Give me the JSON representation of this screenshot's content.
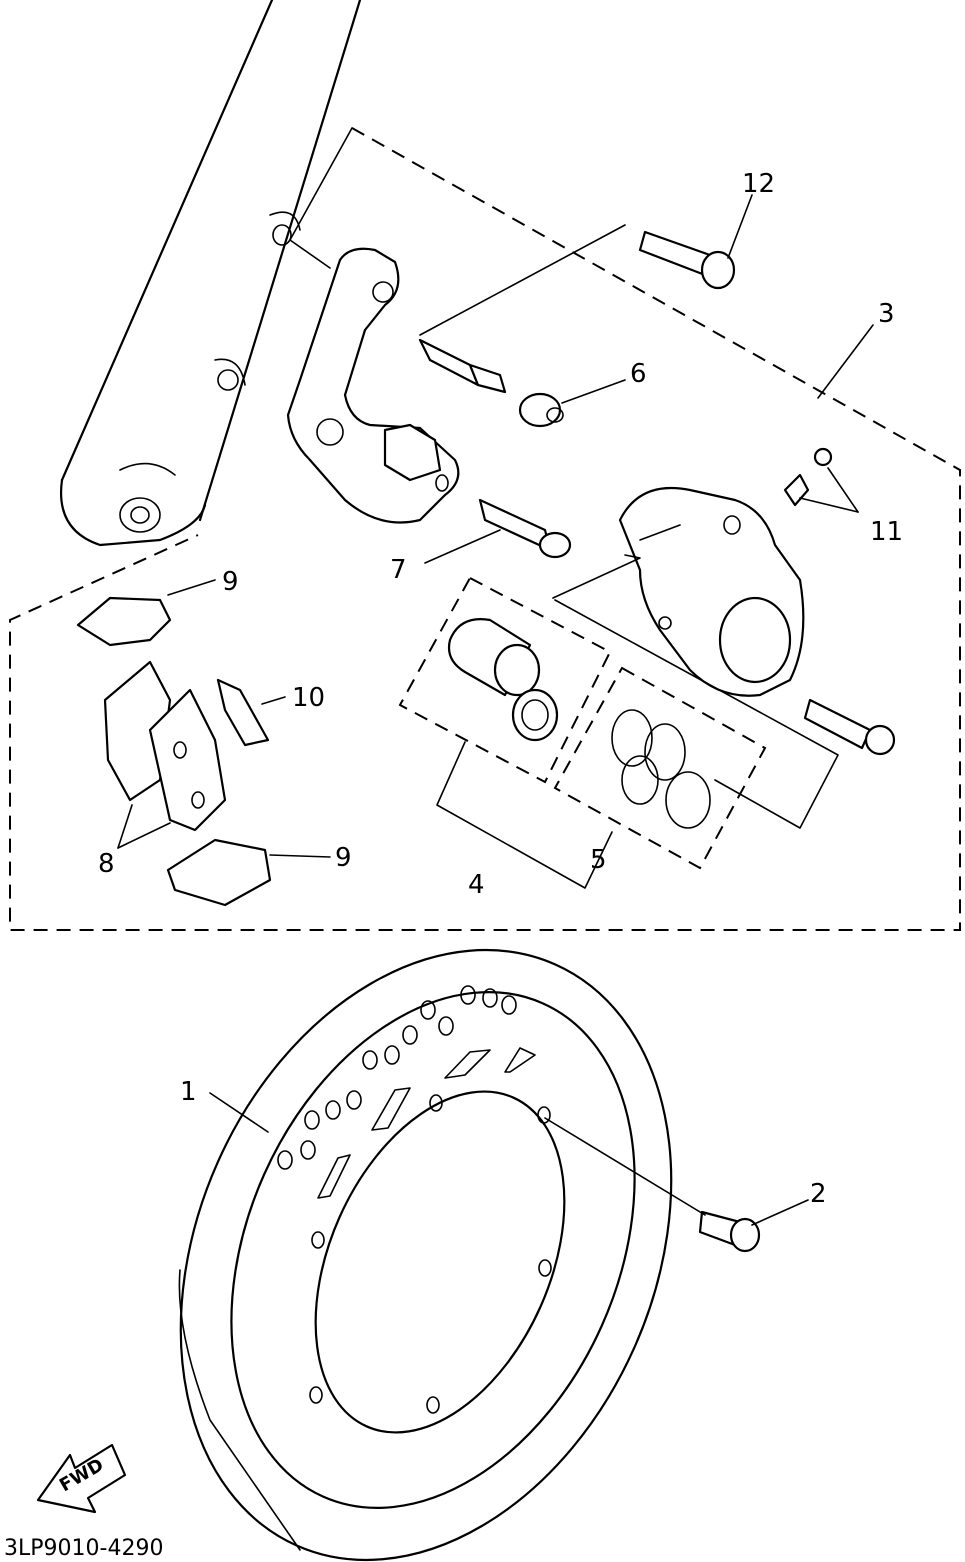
{
  "callouts": [
    {
      "id": "1",
      "text": "1"
    },
    {
      "id": "2",
      "text": "2"
    },
    {
      "id": "3",
      "text": "3"
    },
    {
      "id": "4",
      "text": "4"
    },
    {
      "id": "5",
      "text": "5"
    },
    {
      "id": "6",
      "text": "6"
    },
    {
      "id": "7",
      "text": "7"
    },
    {
      "id": "8",
      "text": "8"
    },
    {
      "id": "9a",
      "text": "9"
    },
    {
      "id": "9b",
      "text": "9"
    },
    {
      "id": "10",
      "text": "10"
    },
    {
      "id": "11",
      "text": "11"
    },
    {
      "id": "12",
      "text": "12"
    }
  ],
  "fwd_label": "FWD",
  "drawing_code": "3LP9010-4290"
}
